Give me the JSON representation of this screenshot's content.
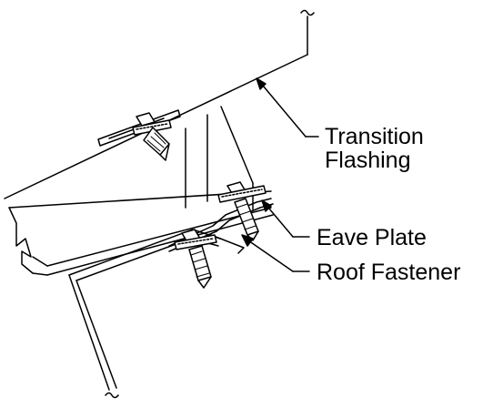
{
  "labels": {
    "transition_flashing_line1": "Transition",
    "transition_flashing_line2": "Flashing",
    "eave_plate": "Eave Plate",
    "roof_fastener": "Roof Fastener"
  },
  "colors": {
    "ink": "#000000",
    "background": "#ffffff"
  }
}
